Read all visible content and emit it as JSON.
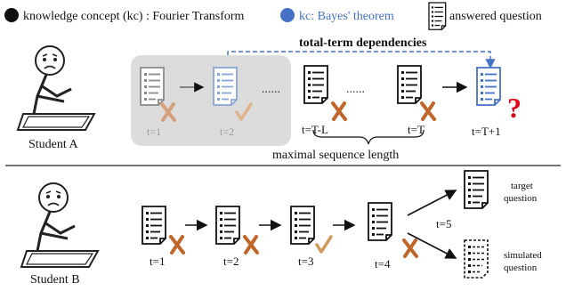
{
  "legend": {
    "kc_fourier": "knowledge concept (kc) : Fourier Transform",
    "kc_bayes": "kc: Bayes' theorem",
    "answered": "answered question"
  },
  "colors": {
    "black": "#111111",
    "blue": "#4472c4",
    "wrong": "#c0662a",
    "correct": "#d19a5a",
    "question_mark": "#e0001a",
    "history_box": "#dcdcdc",
    "faded": "#9a9a9a"
  },
  "top": {
    "dependency_label": "total-term  dependencies",
    "dots_left": "......",
    "dots_mid": "......",
    "t1": "t=1",
    "t2": "t=2",
    "tTL": "t=T-L",
    "tT": "t=T",
    "tT1": "t=T+1",
    "question_mark": "?",
    "max_seq": "maximal  sequence  length",
    "student": "Student A"
  },
  "bottom": {
    "t1": "t=1",
    "t2": "t=2",
    "t3": "t=3",
    "t4": "t=4",
    "t5": "t=5",
    "target": [
      "target",
      "question"
    ],
    "simulated": [
      "simulated",
      "question"
    ],
    "student": "Student B"
  }
}
